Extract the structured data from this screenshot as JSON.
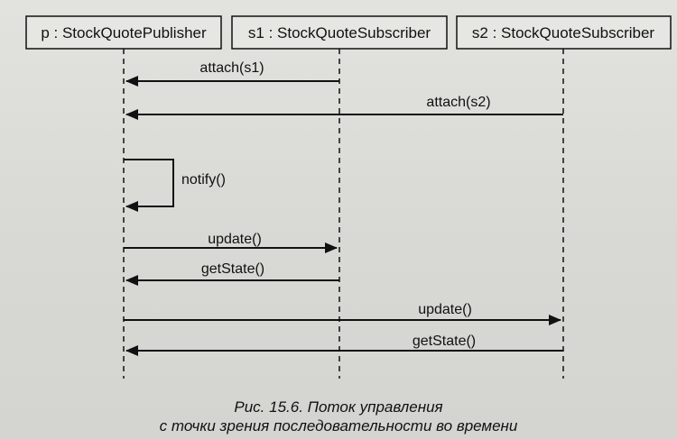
{
  "objects": [
    {
      "id": "p",
      "label": "p : StockQuotePublisher"
    },
    {
      "id": "s1",
      "label": "s1 : StockQuoteSubscriber"
    },
    {
      "id": "s2",
      "label": "s2 : StockQuoteSubscriber"
    }
  ],
  "messages": [
    {
      "from": "s1",
      "to": "p",
      "label": "attach(s1)"
    },
    {
      "from": "s2",
      "to": "p",
      "label": "attach(s2)"
    },
    {
      "from": "p",
      "to": "p",
      "label": "notify()"
    },
    {
      "from": "p",
      "to": "s1",
      "label": "update()"
    },
    {
      "from": "s1",
      "to": "p",
      "label": "getState()"
    },
    {
      "from": "p",
      "to": "s2",
      "label": "update()"
    },
    {
      "from": "s2",
      "to": "p",
      "label": "getState()"
    }
  ],
  "caption": {
    "line1": "Рис. 15.6. Поток управления",
    "line2": "с точки зрения последовательности во времени"
  }
}
